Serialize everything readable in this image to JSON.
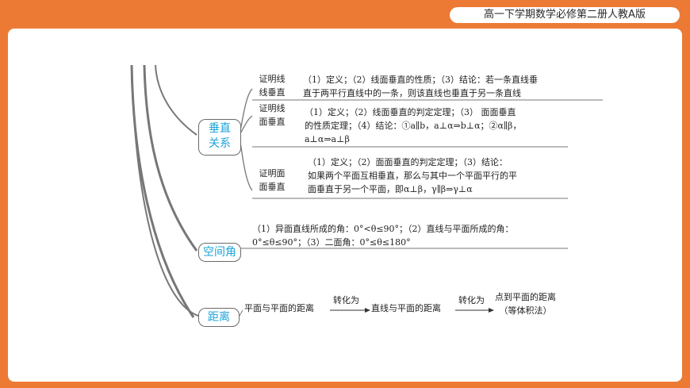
{
  "header": {
    "badge": "高一下学期数学必修第二册人教A版"
  },
  "nodes": {
    "vertical_line1": "垂直",
    "vertical_line2": "关系",
    "angle": "空间角",
    "distance": "距离"
  },
  "vertical": {
    "line_line": {
      "label1": "证明线",
      "label2": "线垂直",
      "text1": "（1）定义；（2）线面垂直的性质；（3）结论：若一条直线垂",
      "text2": "直于两平行直线中的一条，则该直线也垂直于另一条直线"
    },
    "line_plane": {
      "label1": "证明线",
      "label2": "面垂直",
      "text1": "（1）定义；（2）线面垂直的判定定理；（3） 面面垂直",
      "text2": "的性质定理；（4）结论：①a∥b，a⊥α⇒b⊥α；②α∥β，",
      "text3": "a⊥α⇒a⊥β"
    },
    "plane_plane": {
      "label1": "证明面",
      "label2": "面垂直",
      "text1": "（1）定义；（2）面面垂直的判定定理；（3）结论：",
      "text2": "如果两个平面互相垂直，那么与其中一个平面平行的平",
      "text3": "面垂直于另一个平面，即α⊥β，γ∥β⇒γ⊥α"
    }
  },
  "angle": {
    "text1": "（1）异面直线所成的角：0°<θ≤90°；（2）直线与平面所成的角：",
    "text2": "0°≤θ≤90°；（3）二面角：0°≤θ≤180°"
  },
  "distance": {
    "step1": "平面与平面的距离",
    "arrow1": "转化为",
    "step2": "直线与平面的距离",
    "arrow2": "转化为",
    "step3_line1": "点到平面的距离",
    "step3_line2": "（等体积法）"
  }
}
